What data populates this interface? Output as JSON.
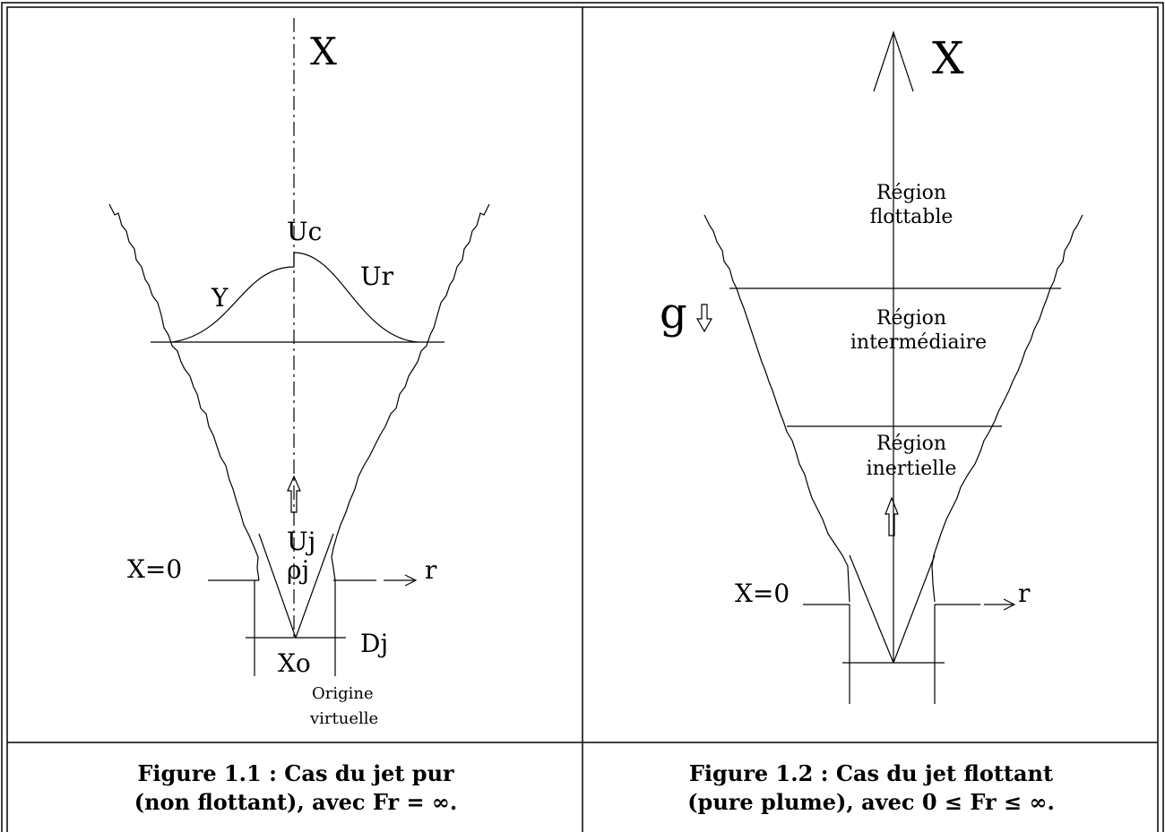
{
  "figure1": {
    "axis_label": "X",
    "uc": "Uc",
    "ur": "Ur",
    "y": "Y",
    "uj": "Uj",
    "rhoj": "ρj",
    "x0_label": "X=0",
    "r_label": "r",
    "dj": "Dj",
    "xo": "Xo",
    "origin_line1": "Origine",
    "origin_line2": "virtuelle",
    "caption_line1": "Figure 1.1 : Cas du jet pur",
    "caption_line2": "(non flottant), avec Fr = ∞."
  },
  "figure2": {
    "axis_label": "X",
    "g_label": "g",
    "region_top_line1": "Région",
    "region_top_line2": "flottable",
    "region_mid_line1": "Région",
    "region_mid_line2": "intermédiaire",
    "region_bottom_line1": "Région",
    "region_bottom_line2": "inertielle",
    "x0_label": "X=0",
    "r_label": "r",
    "caption_line1": "Figure 1.2 : Cas du jet flottant",
    "caption_line2": "(pure plume), avec 0 ≤ Fr ≤ ∞."
  }
}
